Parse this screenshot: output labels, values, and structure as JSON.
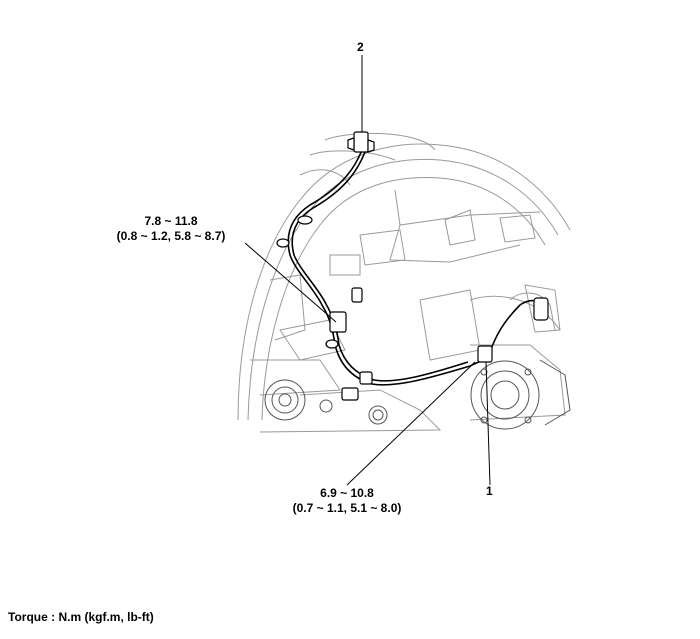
{
  "callouts": {
    "item_1": "1",
    "item_2": "2"
  },
  "torque_specs": {
    "upper": {
      "line1": "7.8 ~ 11.8",
      "line2": "(0.8 ~ 1.2, 5.8 ~ 8.7)"
    },
    "lower": {
      "line1": "6.9 ~ 10.8",
      "line2": "(0.7 ~ 1.1, 5.1 ~ 8.0)"
    }
  },
  "footer": {
    "torque_unit": "Torque : N.m (kgf.m, lb-ft)"
  },
  "colors": {
    "line": "#000000",
    "part_lines": "#9a9a9a",
    "background": "#ffffff"
  }
}
